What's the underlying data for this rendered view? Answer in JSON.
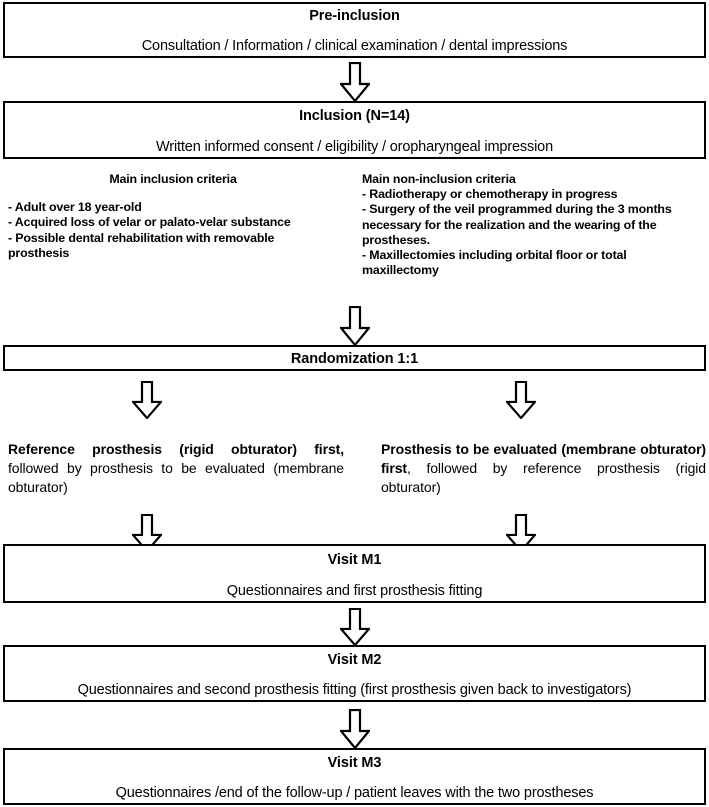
{
  "diagram": {
    "type": "flowchart",
    "orientation": "vertical",
    "title_implied": "Clinical study flow chart"
  },
  "nodes": {
    "pre_inclusion": {
      "title": "Pre-inclusion",
      "subtitle": "Consultation / Information / clinical examination / dental impressions"
    },
    "inclusion": {
      "title": "Inclusion (N=14)",
      "subtitle": "Written informed consent / eligibility / oropharyngeal impression"
    },
    "randomization": {
      "title": "Randomization 1:1"
    },
    "visit_m1": {
      "title": "Visit M1",
      "subtitle": "Questionnaires and first prosthesis fitting"
    },
    "visit_m2": {
      "title": "Visit M2",
      "subtitle": "Questionnaires and second prosthesis fitting (first prosthesis given back to investigators)"
    },
    "visit_m3": {
      "title": "Visit M3",
      "subtitle": "Questionnaires /end of the follow-up / patient leaves with the two prostheses"
    }
  },
  "criteria": {
    "inclusion": {
      "heading": "Main inclusion criteria",
      "items": [
        "- Adult over 18 year-old",
        "- Acquired loss of velar or palato-velar substance",
        "- Possible dental rehabilitation with removable prosthesis"
      ]
    },
    "non_inclusion": {
      "heading": "Main non-inclusion criteria",
      "items": [
        "- Radiotherapy or chemotherapy in progress",
        "- Surgery of the veil programmed during the 3 months necessary for the realization and the wearing of the prostheses.",
        "- Maxillectomies including orbital floor or total maxillectomy"
      ]
    }
  },
  "branches": {
    "left": {
      "bold_part": "Reference prosthesis (rigid obturator) first,",
      "rest_part": " followed by prosthesis to be evaluated (membrane obturator)"
    },
    "right": {
      "bold_part": "Prosthesis to be evaluated (membrane obturator) first",
      "rest_part": ", followed by reference prosthesis (rigid obturator)"
    }
  },
  "arrows": {
    "count": 8,
    "style": "hollow-block-down-arrow",
    "labels": [
      "arrow-pre-inclusion-to-inclusion",
      "arrow-criteria-to-randomization",
      "arrow-randomization-to-left-branch",
      "arrow-randomization-to-right-branch",
      "arrow-left-branch-to-visit-m1",
      "arrow-right-branch-to-visit-m1",
      "arrow-visit-m1-to-visit-m2",
      "arrow-visit-m2-to-visit-m3"
    ]
  },
  "colors": {
    "line": "#000000",
    "fill": "#ffffff",
    "text": "#000000"
  }
}
